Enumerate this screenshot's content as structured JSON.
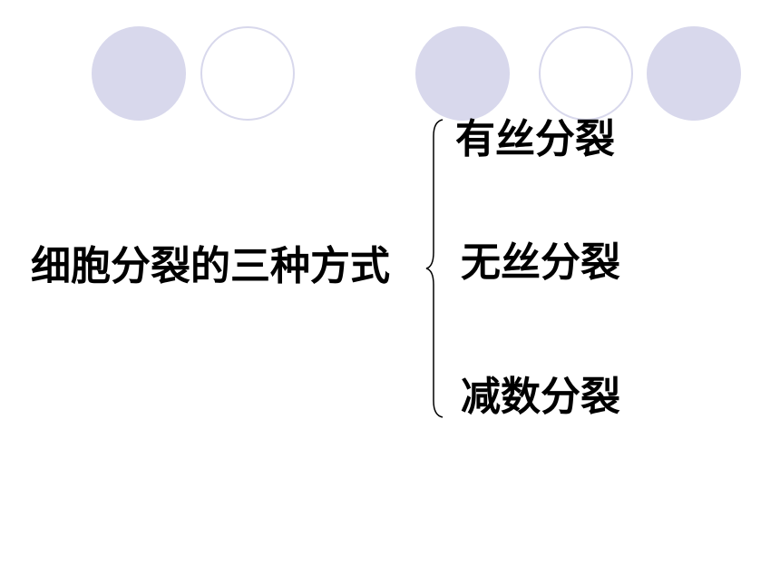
{
  "colors": {
    "circle_fill": "#d8d8ec",
    "circle_stroke": "#d8d8ec",
    "text": "#000000",
    "brace": "#000000"
  },
  "decorations": [
    {
      "style": "filled"
    },
    {
      "style": "outline"
    },
    {
      "style": "filled"
    },
    {
      "style": "outline"
    },
    {
      "style": "filled"
    }
  ],
  "diagram": {
    "root": "细胞分裂的三种方式",
    "branches": [
      "有丝分裂",
      "无丝分裂",
      "减数分裂"
    ]
  }
}
